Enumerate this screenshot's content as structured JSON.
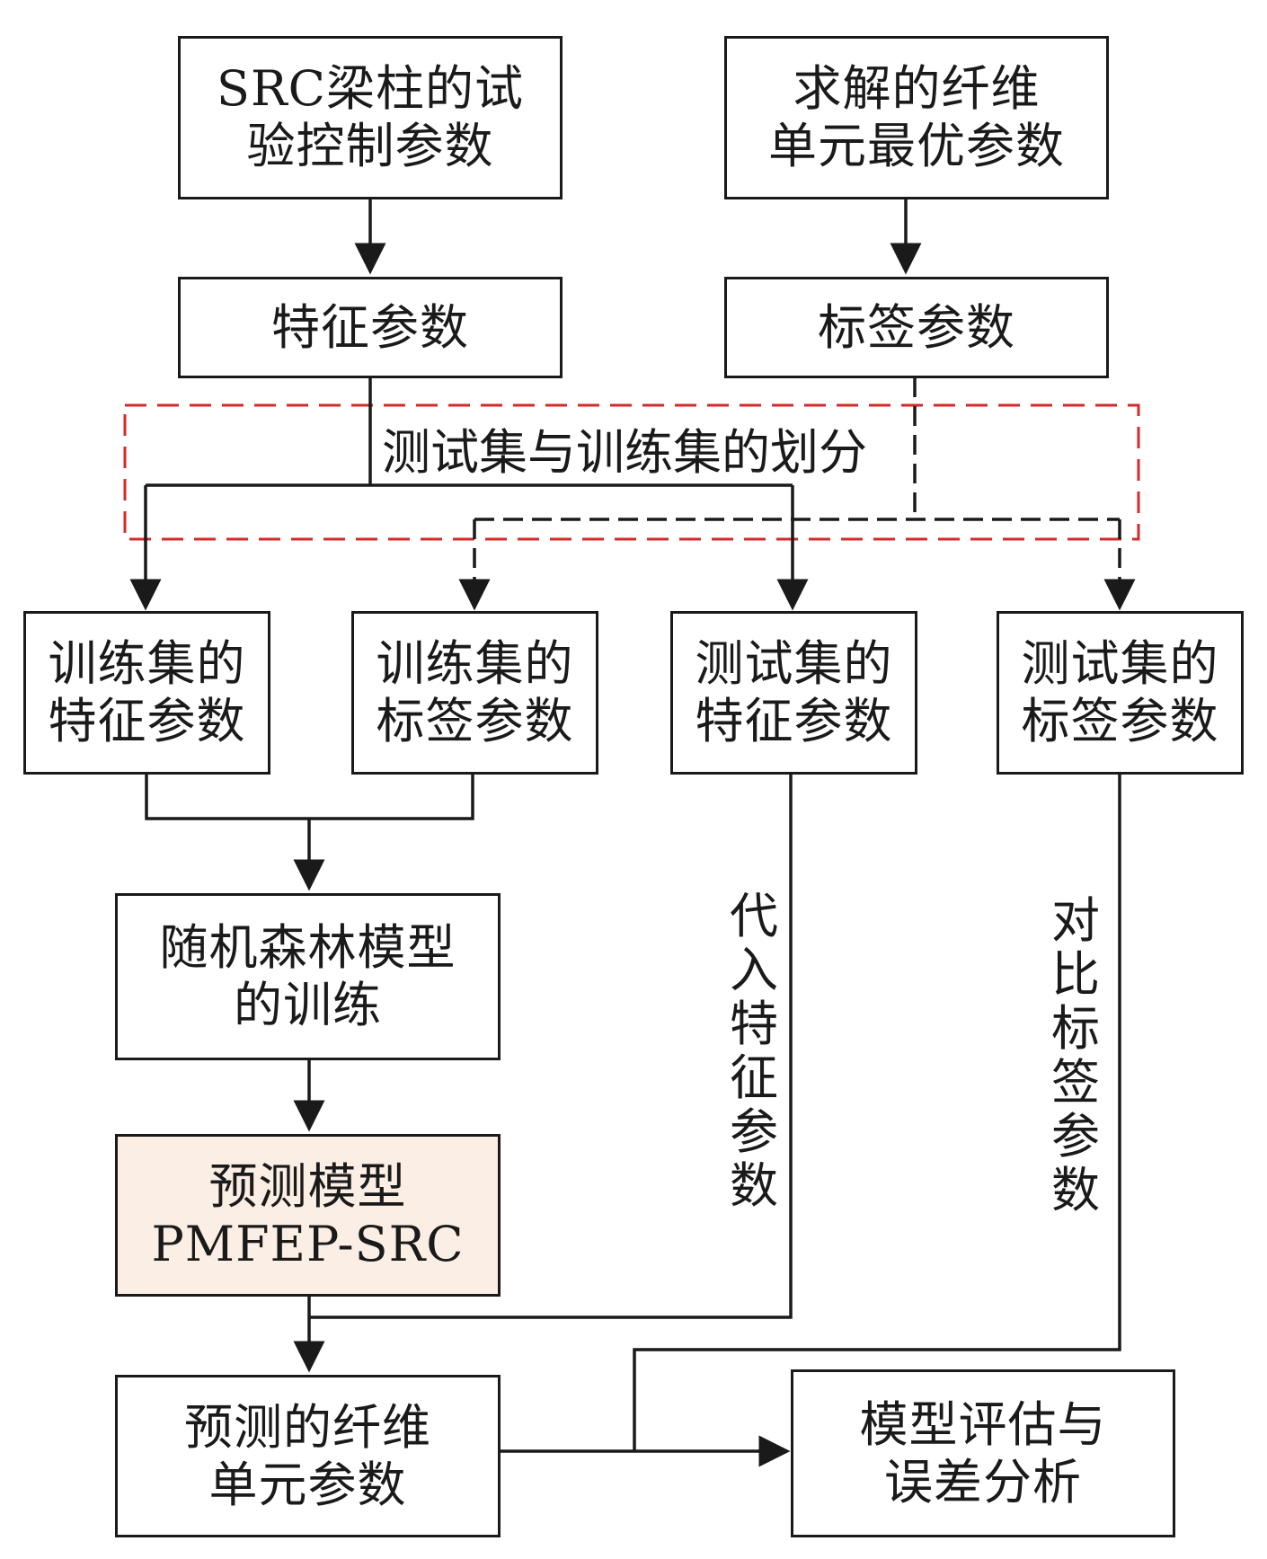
{
  "boxes": {
    "src_params": [
      "SRC梁柱的试",
      "验控制参数"
    ],
    "optimal_params": [
      "求解的纤维",
      "单元最优参数"
    ],
    "feature_params": [
      "特征参数"
    ],
    "label_params": [
      "标签参数"
    ],
    "train_features": [
      "训练集的",
      "特征参数"
    ],
    "train_labels": [
      "训练集的",
      "标签参数"
    ],
    "test_features": [
      "测试集的",
      "特征参数"
    ],
    "test_labels": [
      "测试集的",
      "标签参数"
    ],
    "rf_training": [
      "随机森林模型",
      "的训练"
    ],
    "prediction_model": [
      "预测模型",
      "PMFEP-SRC"
    ],
    "predicted_params": [
      "预测的纤维",
      "单元参数"
    ],
    "evaluation": [
      "模型评估与",
      "误差分析"
    ]
  },
  "labels": {
    "split": "测试集与训练集的划分",
    "input_features": "代入特征参数",
    "compare_labels": "对比标签参数"
  },
  "colors": {
    "line": "#1a1a1a",
    "split_border": "#d42a2a",
    "highlight_fill": "#fbeee4"
  }
}
